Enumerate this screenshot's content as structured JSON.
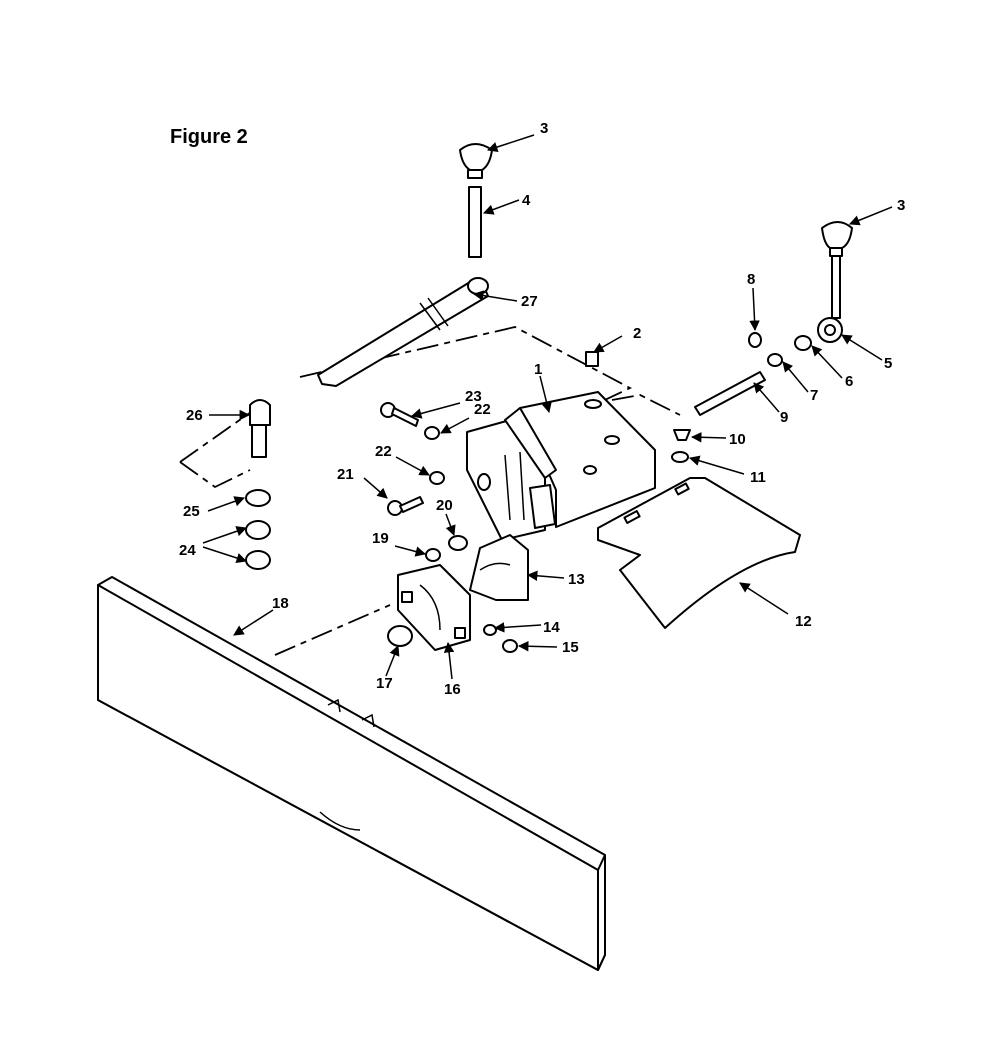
{
  "figure_title": "Figure 2",
  "callouts": [
    "1",
    "2",
    "3",
    "3",
    "4",
    "5",
    "6",
    "7",
    "8",
    "9",
    "10",
    "11",
    "12",
    "13",
    "14",
    "15",
    "16",
    "17",
    "18",
    "19",
    "20",
    "21",
    "22",
    "22",
    "23",
    "24",
    "25",
    "26",
    "27"
  ]
}
